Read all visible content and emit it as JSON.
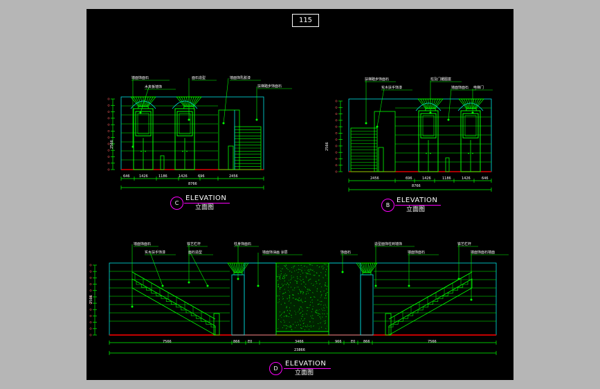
{
  "page_number": "115",
  "views": [
    {
      "id": "C",
      "title_en": "ELEVATION",
      "title_cn": "立面图",
      "notes": [
        "墙面饰面石",
        "木夹板墙饰",
        "面石造型",
        "墙面饰乳胶漆",
        "扶梯踏步饰面石"
      ],
      "dims": [
        "646",
        "1426",
        "1186",
        "1426",
        "696",
        "2456"
      ],
      "total": "8766",
      "height": "2566"
    },
    {
      "id": "B",
      "title_en": "ELEVATION",
      "title_cn": "立面图",
      "notes": [
        "扶梯踏步饰面石",
        "实木扶手饰漆",
        "柱及门楣图案",
        "墙面饰面石",
        "电梯门"
      ],
      "dims": [
        "2456",
        "696",
        "1426",
        "1186",
        "1426",
        "646"
      ],
      "total": "8766",
      "height": "2566"
    },
    {
      "id": "D",
      "title_en": "ELEVATION",
      "title_cn": "立面图",
      "notes": [
        "墙面饰面石",
        "实木扶手饰漆",
        "铁艺栏杆",
        "面石造型",
        "柱身饰面石",
        "墙面饰油画 涂层",
        "饰面石",
        "造型面饰柱到墙饰",
        "墙面饰面石",
        "铁艺栏杆",
        "墙面饰面石墙面"
      ],
      "dims": [
        "7566",
        "866",
        "E0",
        "3466",
        "966",
        "E0",
        "866",
        "7566"
      ],
      "total": "23866",
      "height": "2566"
    }
  ],
  "colors": {
    "sheet": "#000000",
    "frame": "#b6b6b6",
    "lines": "#00ff00",
    "cyan": "#00e5e5",
    "floor": "#e00000",
    "accent": "#ff00ff",
    "text": "#ffffff"
  }
}
